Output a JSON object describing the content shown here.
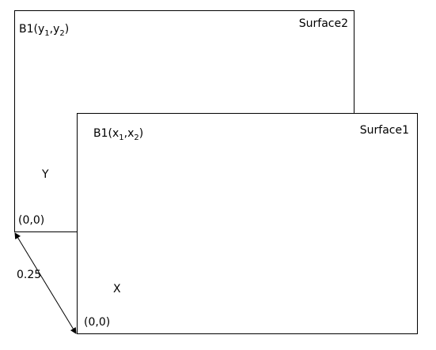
{
  "surface2": {
    "name": "Surface2",
    "b1_prefix": "B1(y",
    "b1_sub1": "1",
    "b1_sep": ",y",
    "b1_sub2": "2",
    "b1_suffix": ")",
    "axis": "Y",
    "origin": "(0,0)"
  },
  "surface1": {
    "name": "Surface1",
    "b1_prefix": "B1(x",
    "b1_sub1": "1",
    "b1_sep": ",x",
    "b1_sub2": "2",
    "b1_suffix": ")",
    "axis": "X",
    "origin": "(0,0)"
  },
  "offset": {
    "label": "0.25"
  }
}
